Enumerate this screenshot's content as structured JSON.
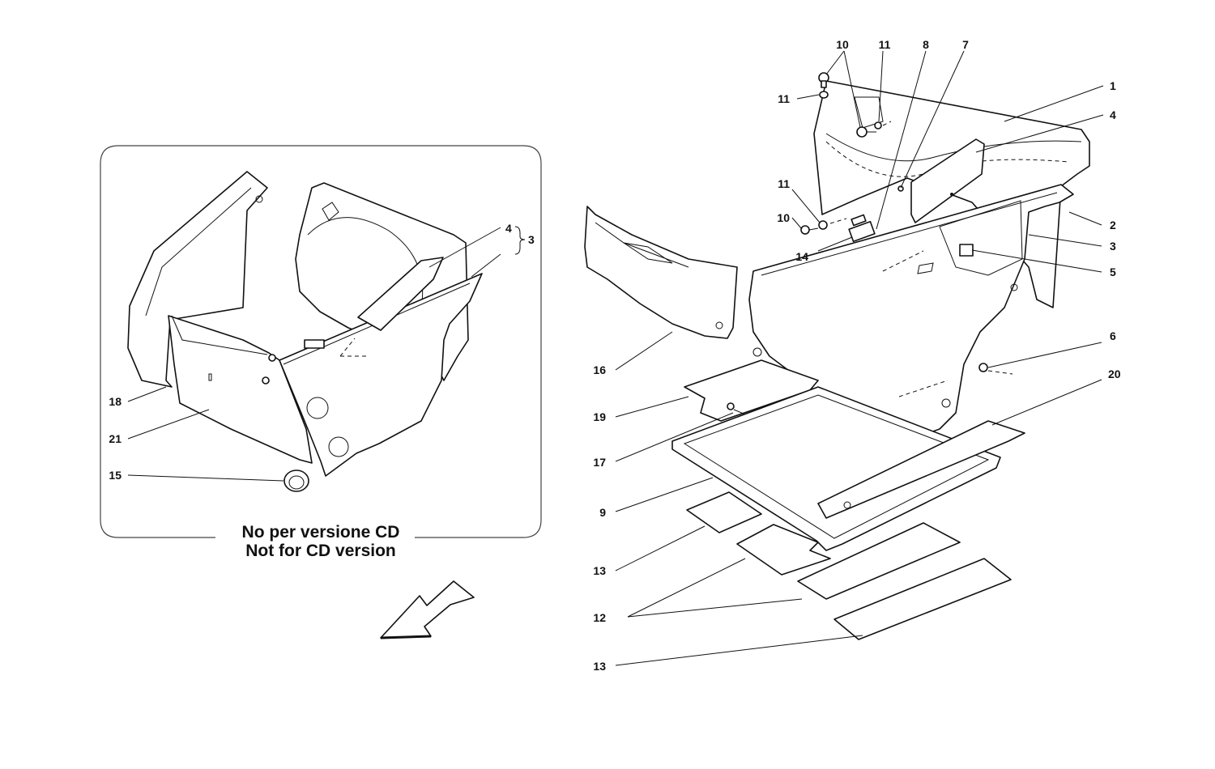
{
  "inset": {
    "caption_line1": "No per versione CD",
    "caption_line2": "Not for CD version",
    "callouts": [
      "4",
      "3",
      "18",
      "21",
      "15"
    ]
  },
  "main": {
    "callouts": [
      "10",
      "11",
      "8",
      "7",
      "1",
      "4",
      "11",
      "11",
      "10",
      "14",
      "2",
      "3",
      "5",
      "16",
      "6",
      "20",
      "19",
      "17",
      "9",
      "13",
      "12",
      "13"
    ]
  },
  "direction_arrow_icon": "arrow-down-left-icon"
}
